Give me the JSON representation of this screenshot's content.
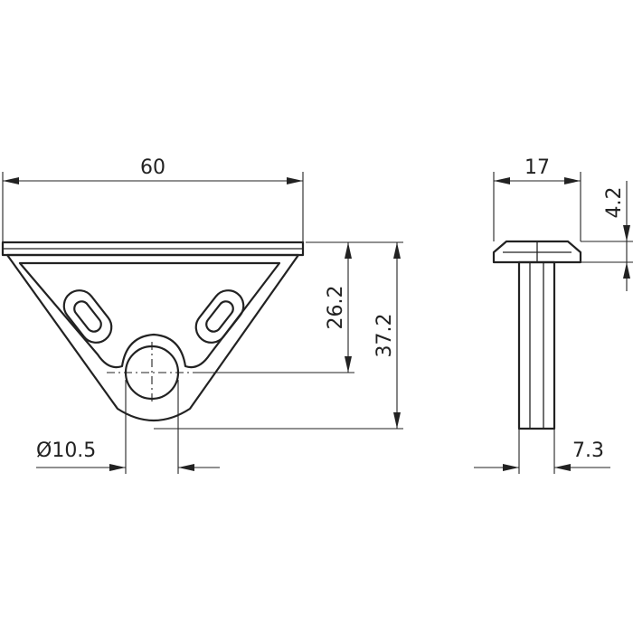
{
  "drawing": {
    "front_view": {
      "width_label": "60",
      "hole_height_label": "26.2",
      "total_height_label": "37.2",
      "hole_diameter_label": "Ø10.5"
    },
    "side_view": {
      "width_label": "17",
      "head_thickness_label": "4.2",
      "shank_width_label": "7.3"
    },
    "colors": {
      "line": "#222222",
      "background": "#ffffff"
    }
  }
}
